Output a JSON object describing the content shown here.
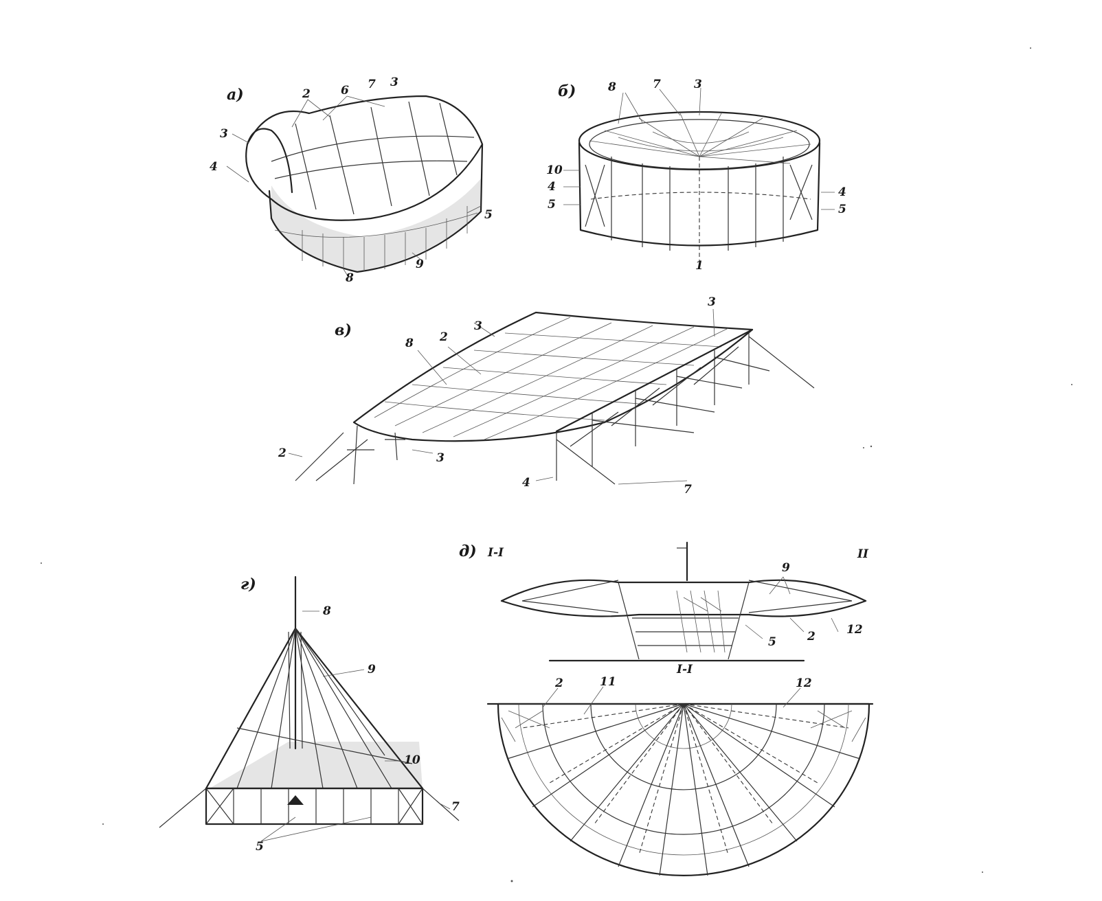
{
  "figure": {
    "sublabels": {
      "a": "а)",
      "b": "б)",
      "v": "в)",
      "g": "г)",
      "d": "д)"
    },
    "section_labels": {
      "left": "I-I",
      "right": "II",
      "section": "I-I"
    },
    "numbers": {
      "a": [
        "2",
        "6",
        "7",
        "3",
        "3",
        "4",
        "5",
        "8",
        "9"
      ],
      "b": [
        "8",
        "7",
        "3",
        "10",
        "4",
        "5",
        "4",
        "5",
        "1"
      ],
      "v": [
        "8",
        "2",
        "3",
        "3",
        "2",
        "3",
        "4",
        "7"
      ],
      "g": [
        "8",
        "9",
        "10",
        "7",
        "5"
      ],
      "d": [
        "9",
        "5",
        "2",
        "12",
        "2",
        "11",
        "12"
      ]
    }
  }
}
